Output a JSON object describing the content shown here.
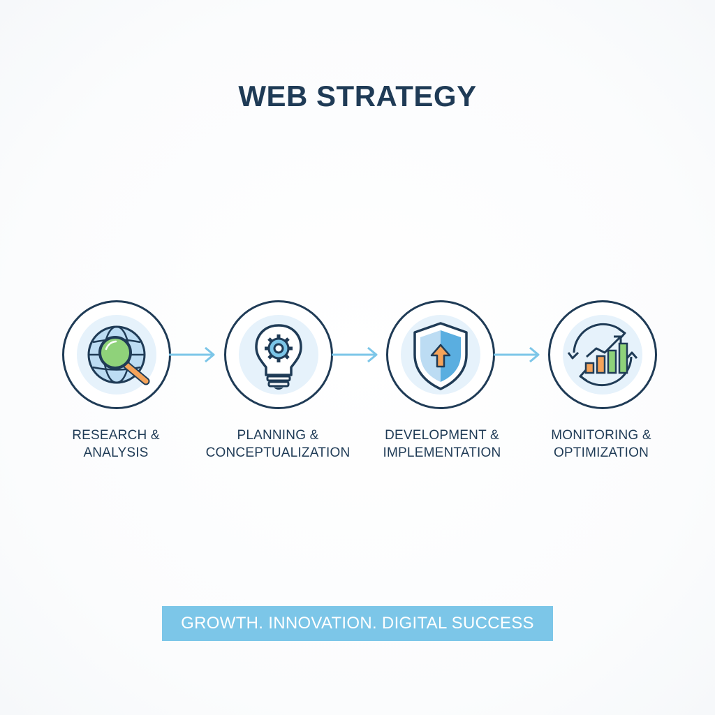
{
  "title": "WEB STRATEGY",
  "colors": {
    "navy": "#1f3b56",
    "accent_blue": "#7cc6e8",
    "circle_fill": "#e6f2fb",
    "green": "#8fd27a",
    "orange": "#f4a35a"
  },
  "steps": [
    {
      "line1": "RESEARCH &",
      "line2": "ANALYSIS",
      "icon": "globe-magnifier-icon"
    },
    {
      "line1": "PLANNING &",
      "line2": "CONCEPTUALIZATION",
      "icon": "lightbulb-gear-icon"
    },
    {
      "line1": "DEVELOPMENT &",
      "line2": "IMPLEMENTATION",
      "icon": "shield-arrow-icon"
    },
    {
      "line1": "MONITORING &",
      "line2": "OPTIMIZATION",
      "icon": "growth-chart-cycle-icon"
    }
  ],
  "tagline": "GROWTH. INNOVATION. DIGITAL SUCCESS"
}
